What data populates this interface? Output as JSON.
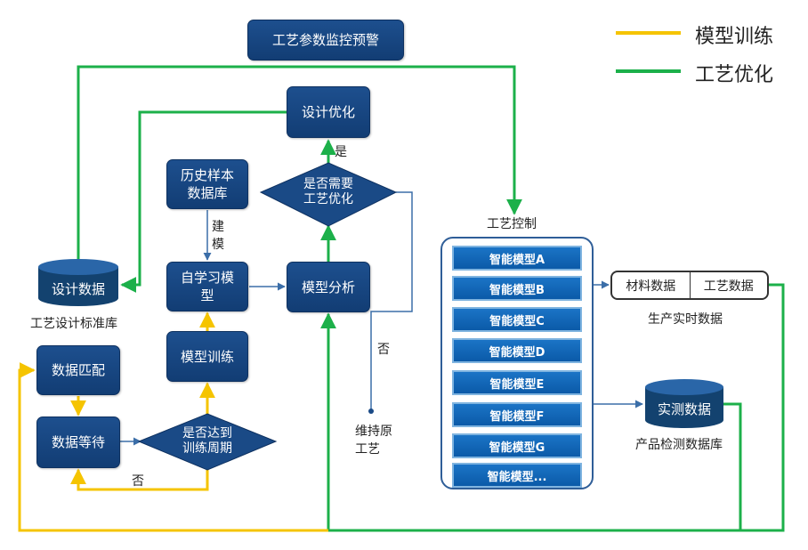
{
  "title": "工艺参数监控预警",
  "legend": [
    {
      "label": "模型训练",
      "color": "#f5c400"
    },
    {
      "label": "工艺优化",
      "color": "#1cb04a"
    }
  ],
  "nodes": {
    "design_opt": "设计优化",
    "need_opt": "是否需要\n工艺优化",
    "history_db": "历史样本\n数据库",
    "self_learn": "自学习模\n型",
    "model_analysis": "模型分析",
    "model_train": "模型训练",
    "design_data": "设计数据",
    "design_std_lib": "工艺设计标准库",
    "data_match": "数据匹配",
    "data_wait": "数据等待",
    "train_cycle": "是否达到\n训练周期",
    "keep_process": "维持原\n工艺",
    "process_control": "工艺控制",
    "material_data": "材料数据",
    "process_data": "工艺数据",
    "realtime_data": "生产实时数据",
    "measured_data": "实测数据",
    "product_db": "产品检测数据库"
  },
  "edge_labels": {
    "yes": "是",
    "no_opt": "否",
    "no_cycle": "否",
    "build": "建\n模"
  },
  "models": [
    "智能模型A",
    "智能模型B",
    "智能模型C",
    "智能模型D",
    "智能模型E",
    "智能模型F",
    "智能模型G",
    "智能模型..."
  ],
  "colors": {
    "yellow": "#f5c400",
    "green": "#1cb04a",
    "navy": "#1a4a86",
    "arrow_blue": "#3b6ea8"
  }
}
